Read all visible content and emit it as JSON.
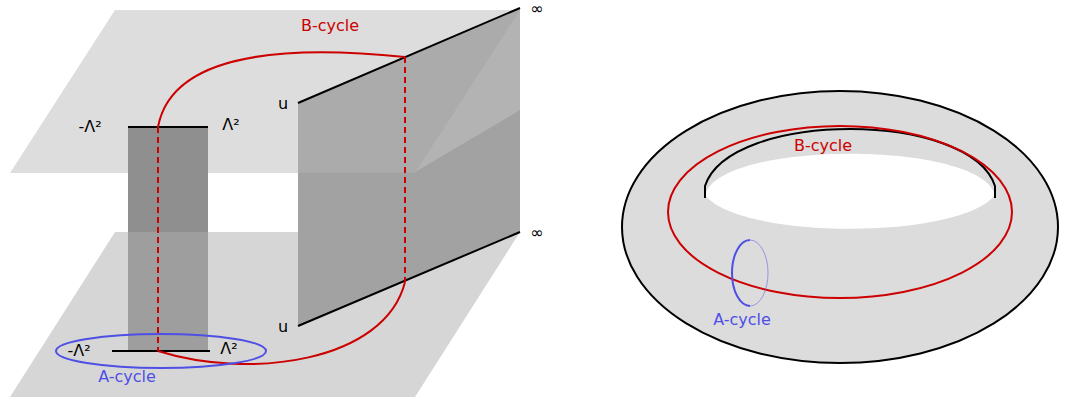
{
  "diagram": {
    "labels": [
      "B-cycle",
      "-Λ²",
      "Λ²",
      "u",
      "∞",
      "-Λ²",
      "Λ²",
      "u",
      "∞",
      "A-cycle",
      "B-cycle",
      "A-cycle"
    ]
  }
}
